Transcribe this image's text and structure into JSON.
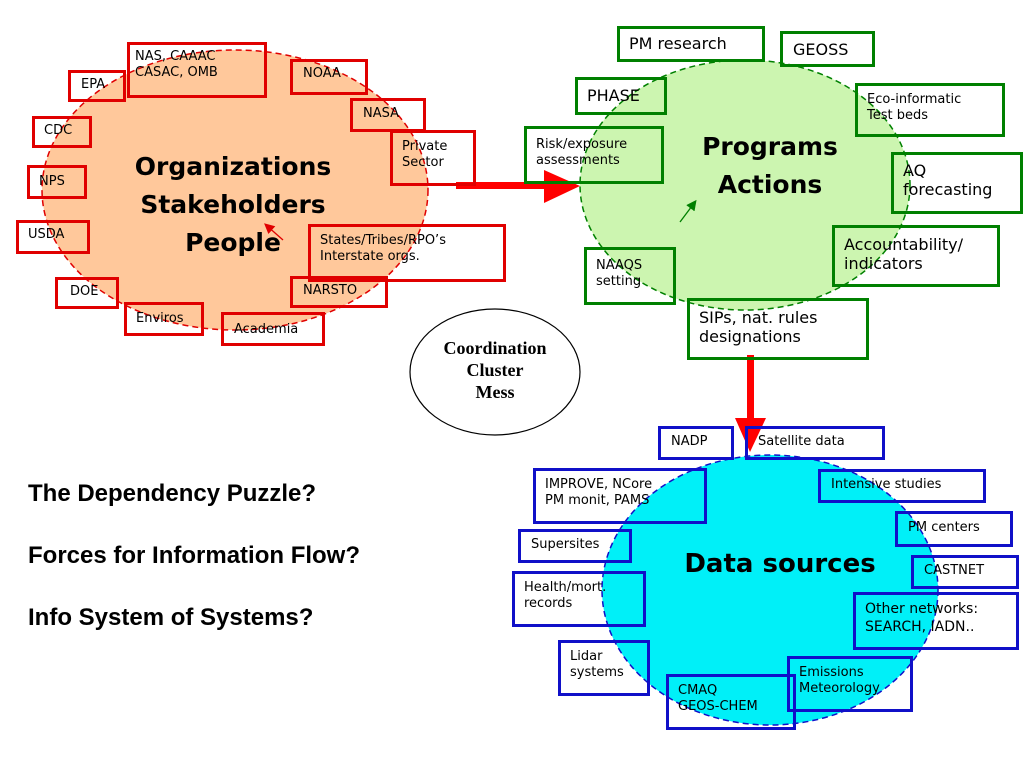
{
  "hubs": {
    "organizations": {
      "title": "Organizations\nStakeholders\nPeople"
    },
    "programs": {
      "title": "Programs\nActions"
    },
    "data_sources": {
      "title": "Data sources"
    },
    "coordination": {
      "title": "Coordination\nCluster\nMess"
    }
  },
  "organizations": {
    "nas_caaac": "NAS, CAAAC\nCASAC, OMB",
    "noaa": "NOAA",
    "epa": "EPA",
    "nasa": "NASA",
    "cdc": "CDC",
    "private_sector": "Private\nSector",
    "nps": "NPS",
    "usda": "USDA",
    "states_tribes": "States/Tribes/RPO’s\nInterstate orgs.",
    "doe": "DOE",
    "narsto": "NARSTO",
    "enviros": "Enviros",
    "academia": "Academia"
  },
  "programs": {
    "pm_research": "PM research",
    "geoss": "GEOSS",
    "phase": "PHASE",
    "eco_informatic": "Eco-informatic\nTest beds",
    "risk_exposure": "Risk/exposure\nassessments",
    "aq_forecasting": "AQ\nforecasting",
    "accountability": "Accountability/\nindicators",
    "naaqs": "NAAQS\nsetting",
    "sips": "SIPs, nat. rules\ndesignations"
  },
  "data_sources": {
    "nadp": "NADP",
    "satellite": "Satellite data",
    "improve": "IMPROVE, NCore\nPM monit, PAMS",
    "intensive": "Intensive studies",
    "supersites": "Supersites",
    "pm_centers": "PM centers",
    "health": "Health/mort.\nrecords",
    "castnet": "CASTNET",
    "other_networks": "Other networks:\nSEARCH, IADN..",
    "lidar": "Lidar\nsystems",
    "emissions": "Emissions\nMeteorology",
    "cmaq": "CMAQ\nGEOS-CHEM"
  },
  "questions": {
    "q1": "The Dependency Puzzle?",
    "q2": "Forces for Information Flow?",
    "q3": "Info System of Systems?"
  },
  "colors": {
    "org_fill": "#ffc89b",
    "org_border": "#e00000",
    "programs_fill": "#ccf5b0",
    "programs_border": "#008000",
    "data_fill": "#00f0f8",
    "data_border": "#1010c8",
    "arrow": "#ff0000"
  }
}
